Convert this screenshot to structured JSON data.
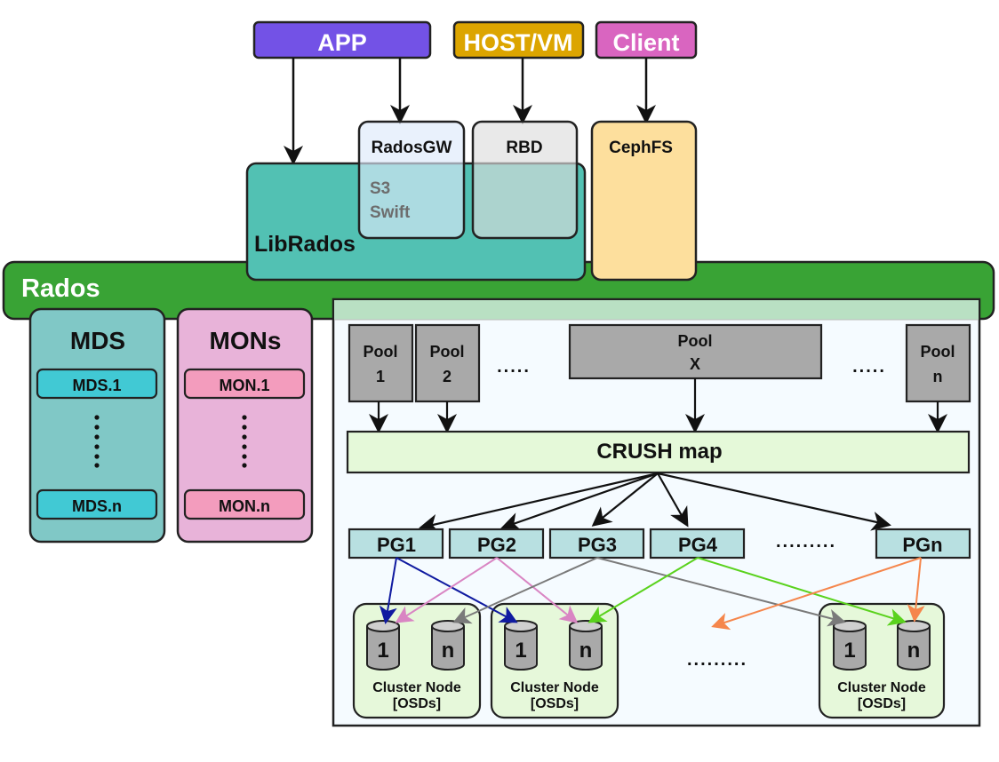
{
  "clients": {
    "app": "APP",
    "host_vm": "HOST/VM",
    "client": "Client"
  },
  "gateways": {
    "radosgw": "RadosGW",
    "radosgw_protocols": [
      "S3",
      "Swift"
    ],
    "rbd": "RBD",
    "cephfs": "CephFS",
    "librados": "LibRados"
  },
  "rados": {
    "label": "Rados"
  },
  "mds": {
    "title": "MDS",
    "first": "MDS.1",
    "last": "MDS.n"
  },
  "mons": {
    "title": "MONs",
    "first": "MON.1",
    "last": "MON.n"
  },
  "pools": [
    {
      "line1": "Pool",
      "line2": "1"
    },
    {
      "line1": "Pool",
      "line2": "2"
    },
    {
      "line1": "Pool",
      "line2": "X"
    },
    {
      "line1": "Pool",
      "line2": "n"
    }
  ],
  "ellipsis_short": ".....",
  "ellipsis_long": ".........",
  "crush": "CRUSH map",
  "pgs": [
    "PG1",
    "PG2",
    "PG3",
    "PG4",
    "PGn"
  ],
  "nodes": [
    {
      "label": "Cluster Node",
      "sub": "[OSDs]",
      "disks": [
        "1",
        "n"
      ]
    },
    {
      "label": "Cluster Node",
      "sub": "[OSDs]",
      "disks": [
        "1",
        "n"
      ]
    },
    {
      "label": "Cluster Node",
      "sub": "[OSDs]",
      "disks": [
        "1",
        "n"
      ]
    }
  ],
  "colors": {
    "app": "#7352e6",
    "host_vm": "#dca500",
    "client": "#d965c0",
    "radosgw": "#dde9fb",
    "rbd": "#dddddd",
    "cephfs": "#fddf9d",
    "librados": "#52c1b3",
    "rados": "#39a335",
    "mds_bg": "#80c8c6",
    "mds_item": "#41c9d4",
    "mon_bg": "#e8b3d9",
    "mon_item": "#f39cbd",
    "pool": "#a9a9a9",
    "crush": "#e5f9d9",
    "pg": "#b8e0e1",
    "node": "#e6f8da",
    "pg1_link": "#0f1aa0",
    "pg2_link": "#d985c3",
    "pg3_link": "#7a7a7a",
    "pg4_link": "#5ad21d",
    "pgn_link": "#f5864c"
  }
}
